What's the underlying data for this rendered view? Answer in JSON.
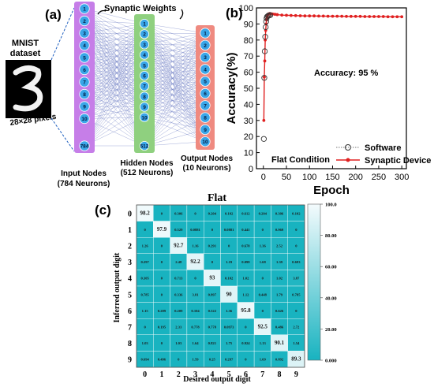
{
  "panel_a": {
    "label": "(a)",
    "dataset_label_1": "MNIST",
    "dataset_label_2": "dataset",
    "pixels_label": "28×28 pixels",
    "synaptic_weights": "Synaptic Weights",
    "input_nodes": {
      "labels": [
        "1",
        "2",
        "3",
        "4",
        "5",
        "6",
        "7",
        "8",
        "9",
        "10",
        "784"
      ],
      "caption_1": "Input Nodes",
      "caption_2": "(784 Neurons)",
      "color": "#c67ee8"
    },
    "hidden_nodes": {
      "labels": [
        "1",
        "2",
        "3",
        "4",
        "5",
        "6",
        "7",
        "8",
        "9",
        "10",
        "512"
      ],
      "caption_1": "Hidden Nodes",
      "caption_2": "(512 Neurons)",
      "color": "#8fd07f"
    },
    "output_nodes": {
      "labels": [
        "1",
        "2",
        "3",
        "4",
        "5",
        "6",
        "7",
        "8",
        "9",
        "10"
      ],
      "caption_1": "Output Nodes",
      "caption_2": "(10 Neurons)",
      "color": "#ef8a80"
    },
    "node_color": "#3aa6e8"
  },
  "chart_data": [
    {
      "type": "line",
      "panel_label": "(b)",
      "xlabel": "Epoch",
      "ylabel": "Accuracy(%)",
      "xlim": [
        -15,
        310
      ],
      "ylim": [
        0,
        100
      ],
      "xticks": [
        "0",
        "50",
        "100",
        "150",
        "200",
        "250",
        "300"
      ],
      "yticks": [
        "0",
        "10",
        "20",
        "30",
        "40",
        "50",
        "60",
        "70",
        "80",
        "90",
        "100"
      ],
      "annotation": "Accuracy: 95 %",
      "condition": "Flat Condition",
      "legend_position": "bottom-right",
      "series": [
        {
          "name": "Software",
          "color": "#333333",
          "marker": "open-circle",
          "x": [
            1,
            2,
            3,
            4,
            5,
            6,
            7,
            8,
            10,
            12,
            15
          ],
          "y": [
            18.5,
            56.5,
            73,
            82,
            88,
            91.5,
            93.5,
            94.5,
            95,
            95.3,
            95.5
          ]
        },
        {
          "name": "Synaptic Device",
          "color": "#e02020",
          "marker": "filled-circle",
          "x": [
            1,
            2,
            3,
            4,
            5,
            6,
            7,
            8,
            9,
            10,
            12,
            14,
            16,
            20,
            25,
            30,
            40,
            50,
            60,
            70,
            80,
            90,
            100,
            110,
            120,
            130,
            140,
            150,
            160,
            170,
            180,
            190,
            200,
            210,
            220,
            230,
            240,
            250,
            260,
            270,
            280,
            290,
            300
          ],
          "y": [
            30,
            57,
            67,
            80,
            86,
            90,
            92.5,
            94,
            95.5,
            96,
            96.3,
            96.5,
            96.4,
            96.2,
            96,
            95.8,
            95.5,
            95.4,
            95.3,
            95.2,
            95.1,
            95,
            95,
            95,
            94.9,
            94.9,
            94.8,
            94.8,
            94.8,
            94.8,
            94.7,
            94.7,
            94.7,
            94.7,
            94.6,
            94.6,
            94.6,
            94.6,
            94.6,
            94.5,
            94.5,
            94.5,
            94.5
          ]
        }
      ]
    },
    {
      "type": "heatmap",
      "panel_label": "(c)",
      "title": "Flat",
      "xlabel": "Desired output digit",
      "ylabel": "Inferred output digit",
      "x_categories": [
        "0",
        "1",
        "2",
        "3",
        "4",
        "5",
        "6",
        "7",
        "8",
        "9"
      ],
      "y_categories": [
        "0",
        "1",
        "2",
        "3",
        "4",
        "5",
        "6",
        "7",
        "8",
        "9"
      ],
      "colorbar_ticks": [
        "100.0",
        "80.00",
        "60.00",
        "40.00",
        "20.00",
        "0.000"
      ],
      "color_low": "#18b3c0",
      "color_high": "#f4fbfd",
      "values": [
        [
          "98.2",
          "0",
          "0.306",
          "0",
          "0.204",
          "0.102",
          "0.612",
          "0.204",
          "0.306",
          "0.102"
        ],
        [
          "0",
          "97.9",
          "0.529",
          "0.0881",
          "0",
          "0.0881",
          "0.441",
          "0",
          "0.969",
          "0"
        ],
        [
          "1.26",
          "0",
          "92.7",
          "1.16",
          "0.291",
          "0",
          "0.678",
          "1.36",
          "2.52",
          "0"
        ],
        [
          "0.297",
          "0",
          "2.48",
          "92.2",
          "0",
          "1.19",
          "0.099",
          "1.68",
          "1.39",
          "0.693"
        ],
        [
          "0.305",
          "0",
          "0.713",
          "0",
          "93",
          "0.102",
          "1.02",
          "0",
          "1.02",
          "3.87"
        ],
        [
          "0.785",
          "0",
          "0.336",
          "3.81",
          "0.897",
          "90",
          "1.12",
          "0.448",
          "1.79",
          "0.785"
        ],
        [
          "1.15",
          "0.209",
          "0.209",
          "0.104",
          "0.522",
          "1.36",
          "95.8",
          "0",
          "0.626",
          "0"
        ],
        [
          "0",
          "0.195",
          "2.33",
          "0.778",
          "0.778",
          "0.0973",
          "0",
          "92.5",
          "0.486",
          "2.72"
        ],
        [
          "1.03",
          "0",
          "1.03",
          "1.64",
          "0.821",
          "1.75",
          "0.924",
          "1.13",
          "90.1",
          "1.54"
        ],
        [
          "0.694",
          "0.496",
          "0",
          "1.59",
          "0.25",
          "0.297",
          "0",
          "1.69",
          "0.892",
          "89.3"
        ]
      ]
    }
  ]
}
